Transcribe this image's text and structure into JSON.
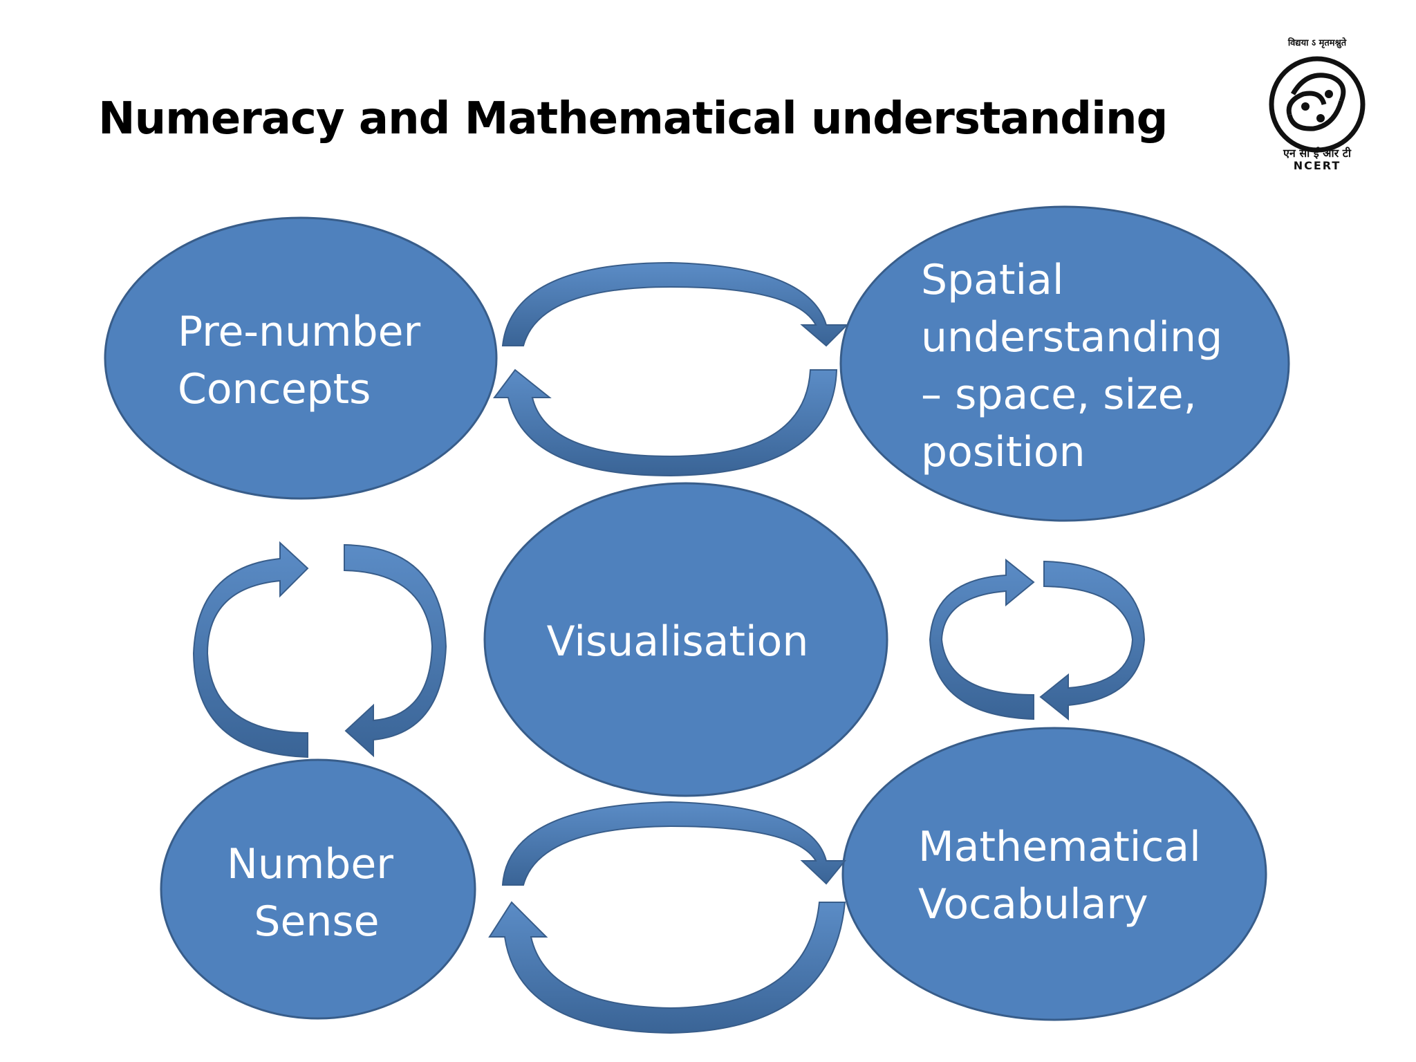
{
  "title": "Numeracy and Mathematical understanding",
  "logo": {
    "motto": "विद्यया ऽ मृतमश्नुते",
    "name_hindi": "एन सी ई आर टी",
    "name_en": "NCERT"
  },
  "colors": {
    "node_fill": "#4f81bd",
    "node_stroke": "#385d8a",
    "arrow_fill": "#4f81bd",
    "arrow_shadow": "#3a6496",
    "node_text": "#ffffff"
  },
  "nodes": {
    "pre_number": {
      "lines": [
        "Pre-number",
        "Concepts"
      ]
    },
    "spatial": {
      "lines": [
        "Spatial",
        "understanding",
        "– space, size,",
        "position"
      ]
    },
    "visualisation": {
      "lines": [
        "Visualisation"
      ]
    },
    "number_sense": {
      "lines": [
        "Number",
        "Sense"
      ]
    },
    "vocabulary": {
      "lines": [
        "Mathematical",
        "Vocabulary"
      ]
    }
  }
}
